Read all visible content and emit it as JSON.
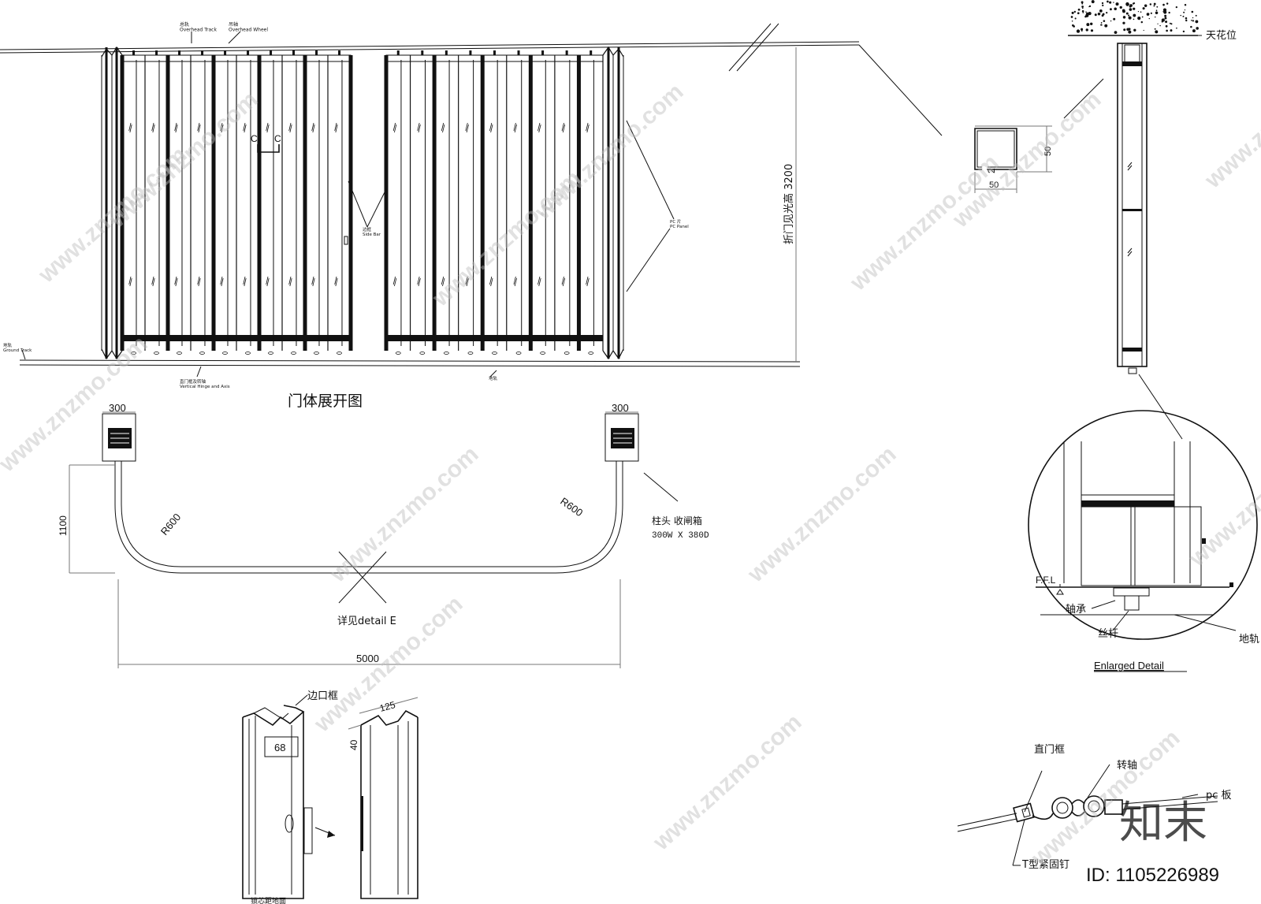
{
  "elevation": {
    "overhead_track_label": "总轨\nOverhead Track",
    "overhead_wheel_label": "吊轴\nOverhead Wheel",
    "section_marker": "C",
    "side_bar_label": "边框\nSide Bar",
    "pc_panel_label": "PC 片\nPC Panel",
    "ground_track_label": "地轨\nGround Track",
    "hinge_label": "直门框及转轴\nVertical Hinge and Axis",
    "floor_label": "地轨",
    "height_dim": "折门见光高 3200",
    "title": "门体展开图"
  },
  "plan": {
    "left_box_width": "300",
    "right_box_width": "300",
    "left_radius": "R600",
    "right_radius": "R600",
    "depth_dim": "1100",
    "total_width": "5000",
    "box_note_line1": "柱头 收闸箱",
    "box_note_line2": "300W X 380D",
    "detail_ref": "详见detail E"
  },
  "tube_section": {
    "width": "50",
    "height": "50",
    "wall": "2"
  },
  "side_section": {
    "ceiling_label": "天花位"
  },
  "enlarged": {
    "ffl_label": "F.F.L",
    "bearing_label": "轴承",
    "screw_label": "丝杆",
    "track_label": "地轨",
    "title": "Enlarged Detail"
  },
  "frame_profile": {
    "frame_label": "边口框",
    "dim_68": "68",
    "dim_125": "125",
    "dim_40": "40",
    "bottom_label": "锁芯距地面"
  },
  "hinge_detail": {
    "frame_label": "直门框",
    "axis_label": "转轴",
    "pc_label": "pc 板",
    "nail_label": "T型紧固钉"
  },
  "watermark": {
    "text": "www.znzmo.com",
    "brand": "知末",
    "id_text": "ID: 1105226989"
  }
}
